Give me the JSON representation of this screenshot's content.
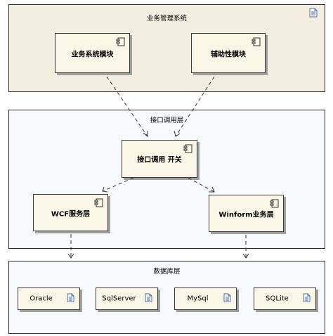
{
  "packages": {
    "business_mgmt": {
      "title": "业务管理系统"
    },
    "interface_layer": {
      "title": "接口调用层"
    },
    "database_layer": {
      "title": "数据库层"
    }
  },
  "components": {
    "business_module": "业务系统模块",
    "aux_module": "辅助性模块",
    "interface_switch": "接口调用 开关",
    "wcf_service": "WCF服务层",
    "winform_service": "Winform业务层"
  },
  "databases": [
    "Oracle",
    "SqlServer",
    "MySql",
    "SQLite"
  ],
  "icons": {
    "component": "component-icon",
    "document": "document-icon"
  }
}
